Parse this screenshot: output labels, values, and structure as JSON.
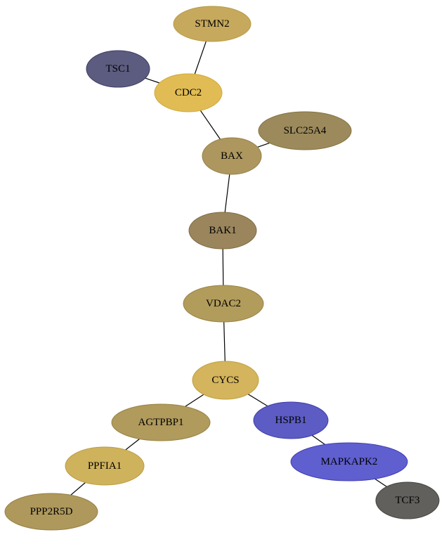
{
  "nodes": [
    {
      "id": "STMN2",
      "label": "STMN2",
      "fill": "#c6a95c",
      "stroke": "#b89a45"
    },
    {
      "id": "TSC1",
      "label": "TSC1",
      "fill": "#5c5c80",
      "stroke": "#3e3e66"
    },
    {
      "id": "CDC2",
      "label": "CDC2",
      "fill": "#e1bc55",
      "stroke": "#d0aa3c"
    },
    {
      "id": "SLC25A4",
      "label": "SLC25A4",
      "fill": "#9c8a5c",
      "stroke": "#84733f"
    },
    {
      "id": "BAX",
      "label": "BAX",
      "fill": "#ad975e",
      "stroke": "#957f44"
    },
    {
      "id": "BAK1",
      "label": "BAK1",
      "fill": "#9a855d",
      "stroke": "#806c43"
    },
    {
      "id": "VDAC2",
      "label": "VDAC2",
      "fill": "#b29c5c",
      "stroke": "#9a8443"
    },
    {
      "id": "CYCS",
      "label": "CYCS",
      "fill": "#d4b45c",
      "stroke": "#c1a040"
    },
    {
      "id": "AGTPBP1",
      "label": "AGTPBP1",
      "fill": "#b09a5c",
      "stroke": "#988243"
    },
    {
      "id": "HSPB1",
      "label": "HSPB1",
      "fill": "#5c5cc4",
      "stroke": "#3e3ea8"
    },
    {
      "id": "PPFIA1",
      "label": "PPFIA1",
      "fill": "#cfb25c",
      "stroke": "#bb9d42"
    },
    {
      "id": "MAPKAPK2",
      "label": "MAPKAPK2",
      "fill": "#5f5fd0",
      "stroke": "#4040b5"
    },
    {
      "id": "PPP2R5D",
      "label": "PPP2R5D",
      "fill": "#ae985c",
      "stroke": "#968043"
    },
    {
      "id": "TCF3",
      "label": "TCF3",
      "fill": "#61605d",
      "stroke": "#454441"
    }
  ],
  "edges": [
    [
      "STMN2",
      "CDC2"
    ],
    [
      "TSC1",
      "CDC2"
    ],
    [
      "CDC2",
      "BAX"
    ],
    [
      "SLC25A4",
      "BAX"
    ],
    [
      "BAX",
      "BAK1"
    ],
    [
      "BAK1",
      "VDAC2"
    ],
    [
      "VDAC2",
      "CYCS"
    ],
    [
      "CYCS",
      "AGTPBP1"
    ],
    [
      "CYCS",
      "HSPB1"
    ],
    [
      "AGTPBP1",
      "PPFIA1"
    ],
    [
      "PPFIA1",
      "PPP2R5D"
    ],
    [
      "HSPB1",
      "MAPKAPK2"
    ],
    [
      "MAPKAPK2",
      "TCF3"
    ]
  ]
}
